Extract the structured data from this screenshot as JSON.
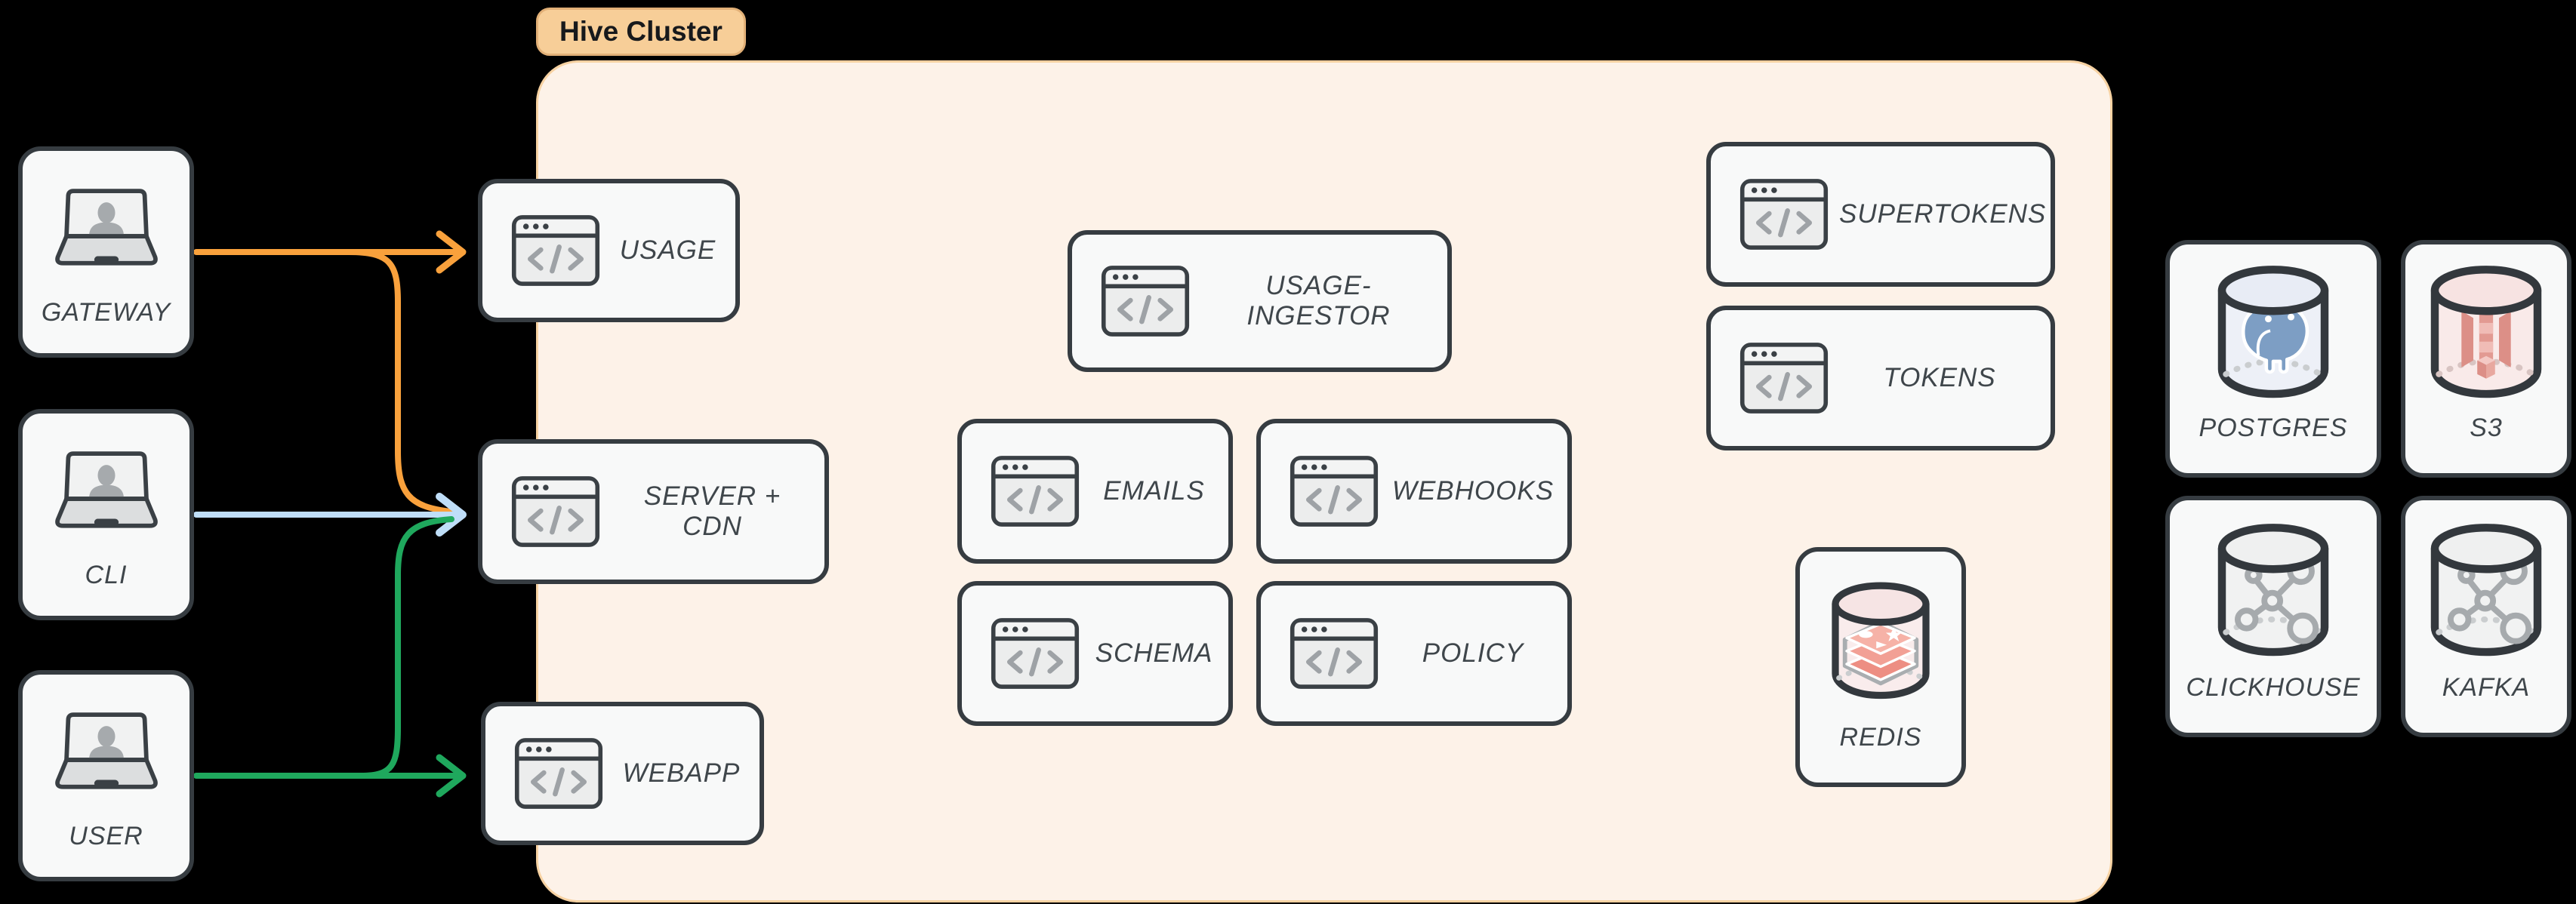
{
  "page": {
    "background": "#000000"
  },
  "cluster": {
    "tag": "Hive Cluster",
    "colors": {
      "tag_bg": "#F7CE98",
      "tag_border": "#E2B077",
      "bg": "#FDF2E8",
      "border": "#F7D2A2"
    }
  },
  "actors": [
    {
      "id": "gateway",
      "label": "GATEWAY",
      "icon": "laptop-user-icon"
    },
    {
      "id": "cli",
      "label": "CLI",
      "icon": "laptop-user-icon"
    },
    {
      "id": "user",
      "label": "USER",
      "icon": "laptop-user-icon"
    }
  ],
  "services": [
    {
      "id": "usage",
      "label": "USAGE",
      "icon": "code-window-icon"
    },
    {
      "id": "server-cdn",
      "label": "SERVER + CDN",
      "icon": "code-window-icon"
    },
    {
      "id": "webapp",
      "label": "WEBAPP",
      "icon": "code-window-icon"
    },
    {
      "id": "usage-ingestor",
      "label": "USAGE-INGESTOR",
      "icon": "code-window-icon"
    },
    {
      "id": "emails",
      "label": "EMAILS",
      "icon": "code-window-icon"
    },
    {
      "id": "webhooks",
      "label": "WEBHOOKS",
      "icon": "code-window-icon"
    },
    {
      "id": "schema",
      "label": "SCHEMA",
      "icon": "code-window-icon"
    },
    {
      "id": "policy",
      "label": "POLICY",
      "icon": "code-window-icon"
    },
    {
      "id": "supertokens",
      "label": "SUPERTOKENS",
      "icon": "code-window-icon"
    },
    {
      "id": "tokens",
      "label": "TOKENS",
      "icon": "code-window-icon"
    }
  ],
  "cache": {
    "id": "redis",
    "label": "REDIS",
    "icon": "redis-cylinder-icon"
  },
  "datastores": [
    {
      "id": "postgres",
      "label": "POSTGRES",
      "icon": "postgres-cylinder-icon"
    },
    {
      "id": "s3",
      "label": "S3",
      "icon": "s3-cylinder-icon"
    },
    {
      "id": "clickhouse",
      "label": "CLICKHOUSE",
      "icon": "clickhouse-cylinder-icon"
    },
    {
      "id": "kafka",
      "label": "KAFKA",
      "icon": "kafka-cylinder-icon"
    }
  ],
  "edges": [
    {
      "from": "GATEWAY",
      "to": "USAGE",
      "color": "#F9A13C",
      "style": "arrow"
    },
    {
      "from": "GATEWAY",
      "to": "SERVER + CDN",
      "color": "#F9A13C",
      "style": "branch"
    },
    {
      "from": "CLI",
      "to": "SERVER + CDN",
      "color": "#BFDEF8",
      "style": "arrow"
    },
    {
      "from": "USER",
      "to": "WEBAPP",
      "color": "#1FA85D",
      "style": "arrow"
    },
    {
      "from": "USER",
      "to": "SERVER + CDN",
      "color": "#1FA85D",
      "style": "branch"
    }
  ]
}
